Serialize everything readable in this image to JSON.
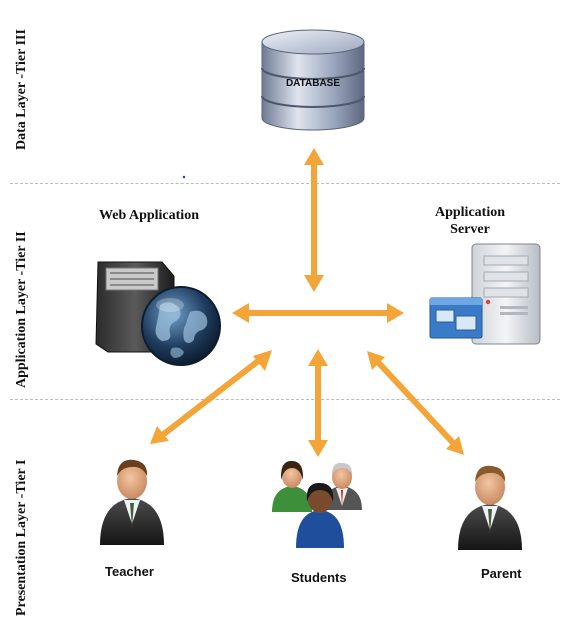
{
  "tiers": {
    "data": "Data Layer -Tier III",
    "application": "Application  Layer -Tier II",
    "presentation": "Presentation Layer -Tier I"
  },
  "database": {
    "label": "DATABASE"
  },
  "web_application": {
    "title": "Web Application"
  },
  "app_server": {
    "title_line1": "Application",
    "title_line2": "Server"
  },
  "actors": {
    "teacher": "Teacher",
    "students": "Students",
    "parent": "Parent"
  },
  "colors": {
    "arrow": "#f4a537",
    "database": "#8a96ad",
    "divider": "#bbbbbb"
  }
}
